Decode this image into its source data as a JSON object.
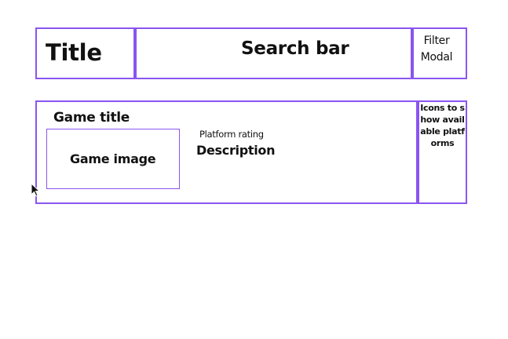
{
  "header": {
    "title": "Title",
    "search": "Search bar",
    "filter": "Filter Modal"
  },
  "game_card": {
    "game_title": "Game title",
    "game_image": "Game image",
    "platform_rating": "Platform rating",
    "description": "Description"
  },
  "platforms": {
    "label": "Icons to show available platforms"
  },
  "cursor": {
    "icon": "arrow-cursor-icon"
  },
  "colors": {
    "wireframe_border": "#8a55f0",
    "text": "#111111",
    "background": "#ffffff"
  }
}
